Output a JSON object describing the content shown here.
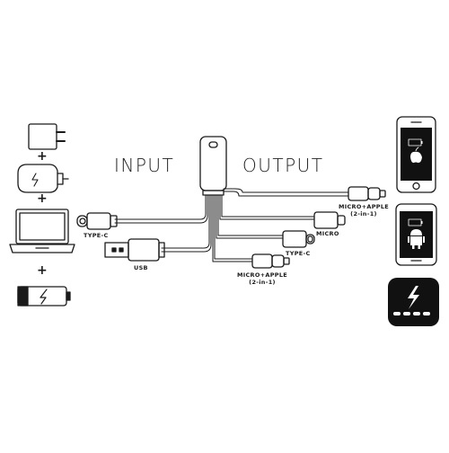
{
  "labels": {
    "input": "INPUT",
    "output": "OUTPUT",
    "typec_in": "TYPE-C",
    "usb": "USB",
    "micro_apple_bottom_1": "MICRO+APPLE",
    "micro_apple_bottom_2": "(2-in-1)",
    "typec_out": "TYPE-C",
    "micro": "MICRO",
    "micro_apple_top_1": "MICRO+APPLE",
    "micro_apple_top_2": "(2-in-1)"
  },
  "plus_signs": [
    "+",
    "+",
    "+"
  ],
  "icons": {
    "input_sources": [
      "wall-charger-icon",
      "car-charger-icon",
      "laptop-icon",
      "battery-icon"
    ],
    "output_devices": [
      "iphone-icon",
      "android-phone-icon",
      "power-bank-icon"
    ]
  },
  "colors": {
    "line": "#1a1a1a",
    "screen": "#111111",
    "background": "#ffffff"
  }
}
